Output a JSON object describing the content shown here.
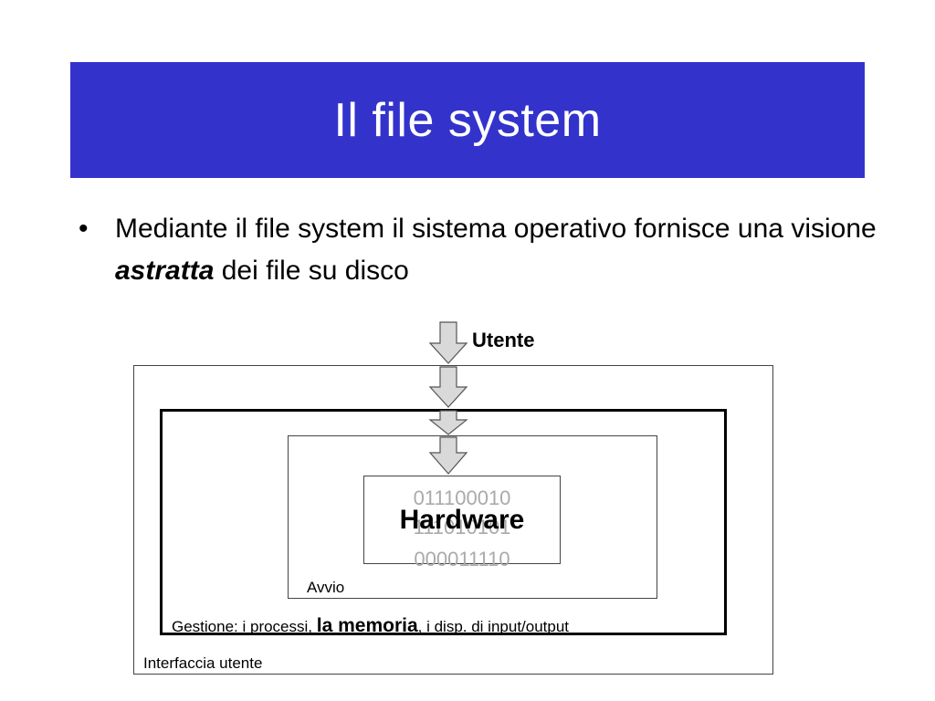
{
  "slide": {
    "title": "Il file system",
    "bullet_symbol": "•",
    "bullet_text_before": "Mediante il file system il sistema operativo fornisce una visione ",
    "bullet_emphasis": "astratta",
    "bullet_text_after": " dei file su disco"
  },
  "diagram": {
    "top_label": "Utente",
    "layers": {
      "outer": "Interfaccia utente",
      "middle_before": "Gestione: i processi, ",
      "middle_strong": "la memoria",
      "middle_after": ", i disp. di input/output",
      "inner": "Avvio",
      "core": "Hardware"
    },
    "bits": [
      "011100010",
      "111010101",
      "000011110"
    ]
  },
  "colors": {
    "title_bar": "#3333cc",
    "title_text": "#ffffff",
    "bits_text": "#aaaaaa",
    "arrow_fill": "#d9d9d9"
  }
}
